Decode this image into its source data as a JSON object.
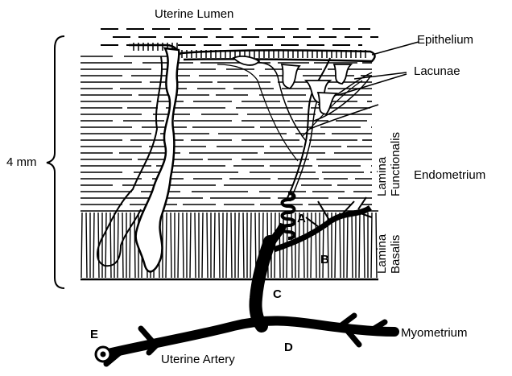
{
  "labels": {
    "uterine_lumen": "Uterine Lumen",
    "epithelium": "Epithelium",
    "lacunae": "Lacunae",
    "lamina_functionalis": [
      "Lamina",
      "Functionalis"
    ],
    "endometrium": "Endometrium",
    "lamina_basalis": [
      "Lamina",
      "Basalis"
    ],
    "thickness": "4 mm",
    "myometrium": "Myometrium",
    "uterine_artery": "Uterine Artery"
  },
  "letters": {
    "a": "A",
    "b": "B",
    "c": "C",
    "d": "D",
    "e": "E"
  }
}
